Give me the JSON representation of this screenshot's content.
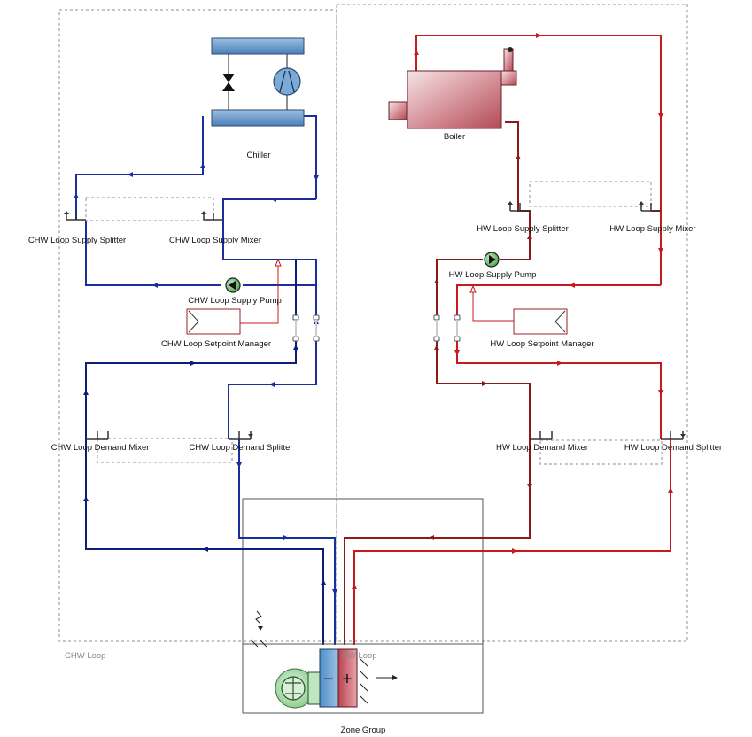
{
  "colors": {
    "chw_supply": "#1a2f9c",
    "chw_return": "#0d1f7a",
    "hw_supply": "#c8191c",
    "hw_return": "#8b1a1a",
    "loop_border": "#b3b3b3",
    "zone_border": "#555555",
    "chiller_fill": "#6a98c8",
    "boiler_fill": "#c0646e",
    "pump_fill": "#6fc46f",
    "setpoint_border": "#9a1f24"
  },
  "loops": {
    "chw": {
      "label": "CHW Loop"
    },
    "hw": {
      "label": "HW Loop"
    }
  },
  "components": {
    "chiller": "Chiller",
    "chw_supply_splitter": "CHW Loop Supply Splitter",
    "chw_supply_mixer": "CHW Loop Supply Mixer",
    "chw_supply_pump": "CHW Loop Supply Pump",
    "chw_setpoint_manager": "CHW Loop Setpoint Manager",
    "chw_demand_mixer": "CHW Loop Demand Mixer",
    "chw_demand_splitter": "CHW Loop Demand Splitter",
    "boiler": "Boiler",
    "hw_supply_splitter": "HW Loop Supply Splitter",
    "hw_supply_mixer": "HW Loop Supply Mixer",
    "hw_supply_pump": "HW Loop Supply Pump",
    "hw_setpoint_manager": "HW Loop Setpoint Manager",
    "hw_demand_mixer": "HW Loop Demand Mixer",
    "hw_demand_splitter": "HW Loop Demand Splitter",
    "zone_group": "Zone Group"
  },
  "icons": {
    "chiller": "chiller-icon",
    "boiler": "boiler-icon",
    "pump": "pump-icon",
    "fan": "fan-icon",
    "cooling_coil": "cooling-coil-icon",
    "heating_coil": "heating-coil-icon",
    "setpoint_manager": "setpoint-manager-icon",
    "outdoor_air": "outdoor-air-icon"
  },
  "coil_symbols": {
    "cooling": "−",
    "heating": "+"
  }
}
